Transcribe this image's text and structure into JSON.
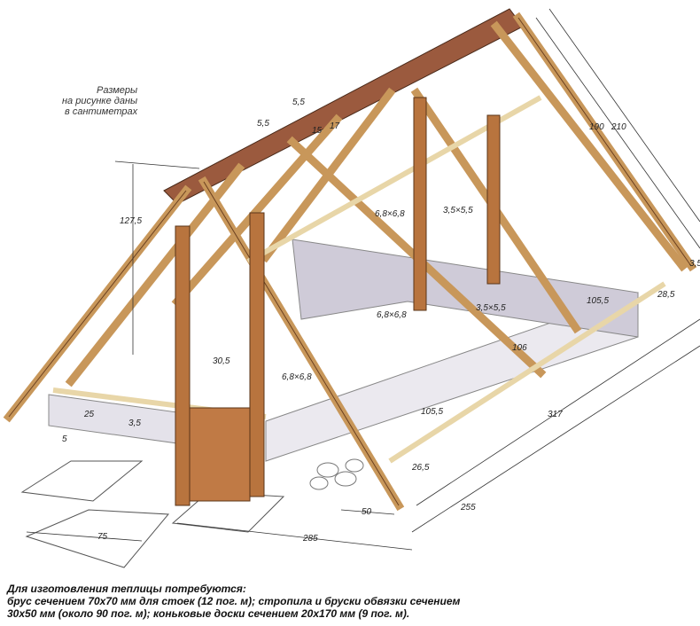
{
  "note": [
    "Размеры",
    "на рисунке даны",
    "в сантиметрах"
  ],
  "dimensions": {
    "ridge_a": "5,5",
    "ridge_b": "5,5",
    "ridge_c": "15",
    "ridge_d": "17",
    "height": "127,5",
    "rafter_inner": "190",
    "rafter_outer": "210",
    "post_1": "6,8×6,8",
    "post_2": "6,8×6,8",
    "post_3": "6,8×6,8",
    "bar_1": "3,5×5,5",
    "bar_2": "3,5×5,5",
    "door": "30,5",
    "wall_1": "105,5",
    "wall_2": "105,5",
    "wall_3": "106",
    "length": "317",
    "width": "255",
    "front": "285",
    "slab": "75",
    "step": "50",
    "base_h": "26,5",
    "base_l": "25",
    "base_t": "3,5",
    "base_gap": "5",
    "edge": "28,5",
    "edge_t": "3,5"
  },
  "caption": [
    "Для изготовления теплицы потребуются:",
    "брус сечением 70x70 мм для стоек (12 пог. м); стропила и бруски обвязки сечением",
    "30x50 мм (около 90 пог. м); коньковые доски сечением 20x170 мм (9 пог. м)."
  ]
}
